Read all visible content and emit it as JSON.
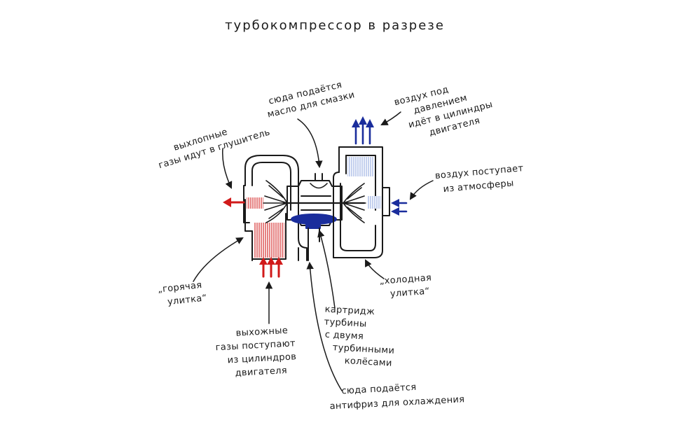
{
  "title": "турбокомпрессор в разрезе",
  "labels": {
    "exhaust_out": [
      "выхлопные",
      "газы идут в глушитель"
    ],
    "oil": [
      "сюда подаётся",
      "масло для смазки"
    ],
    "air_pressure": [
      "воздух под",
      "давлением",
      "идёт в цилиндры",
      "двигателя"
    ],
    "air_in": [
      "воздух поступает",
      "из атмосферы"
    ],
    "hot_snail": [
      "„горячая",
      "улитка“"
    ],
    "cold_snail": [
      "„холодная",
      "улитка“"
    ],
    "exhaust_in": [
      "выхожные",
      "газы поступают",
      "из цилиндров",
      "двигателя"
    ],
    "cartridge": [
      "картридж",
      "турбины",
      "с двумя",
      "турбинными",
      "колёсами"
    ],
    "antifreeze": [
      "сюда подаётся",
      "антифриз для охлаждения"
    ]
  },
  "colors": {
    "ink": "#1a1a1a",
    "hot": "#d11a1a",
    "cold": "#1a2d9c",
    "cold_light": "#6f86d6"
  }
}
